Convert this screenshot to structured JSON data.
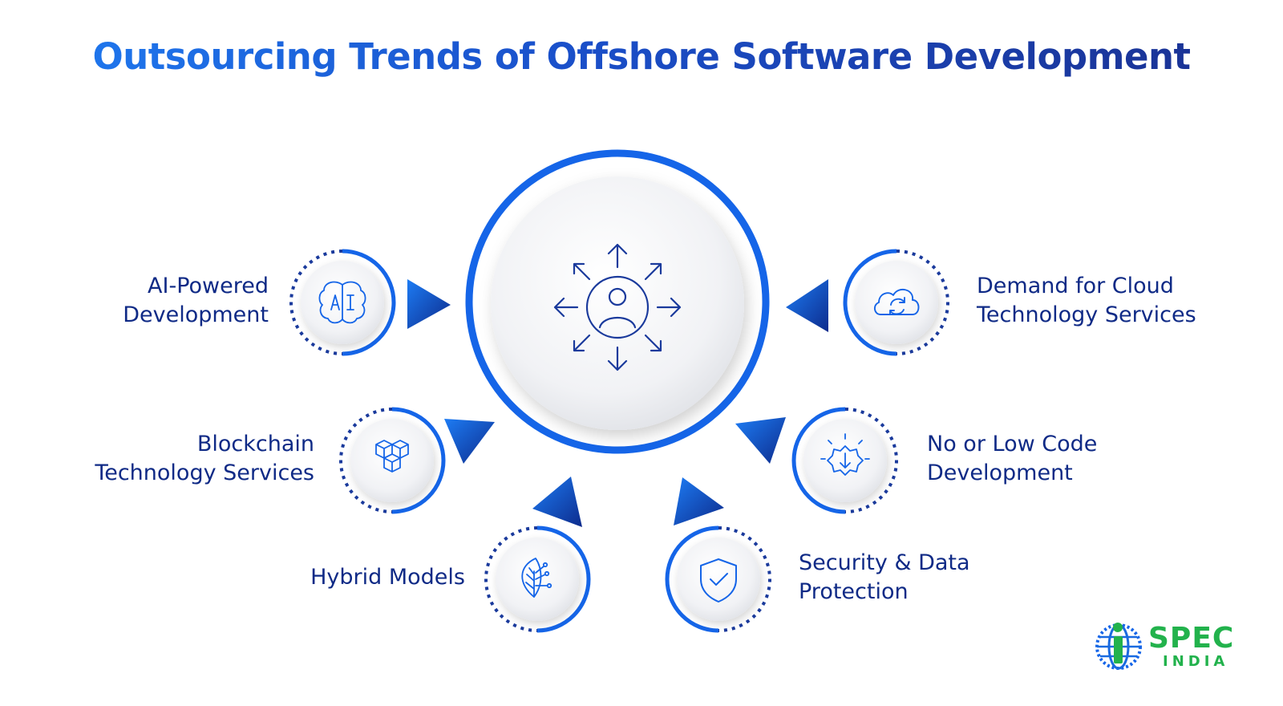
{
  "title": "Outsourcing Trends of Offshore Software Development",
  "center": {
    "icon": "person-with-outward-arrows-icon"
  },
  "items": [
    {
      "lines": [
        "AI-Powered",
        "Development"
      ],
      "icon": "ai-brain-icon"
    },
    {
      "lines": [
        "Blockchain",
        "Technology Services"
      ],
      "icon": "blockchain-cubes-icon"
    },
    {
      "lines": [
        "Hybrid Models"
      ],
      "icon": "leaf-circuit-icon"
    },
    {
      "lines": [
        "Security & Data",
        "Protection"
      ],
      "icon": "shield-check-icon"
    },
    {
      "lines": [
        "No or Low Code",
        "Development"
      ],
      "icon": "download-badge-icon"
    },
    {
      "lines": [
        "Demand for Cloud",
        "Technology Services"
      ],
      "icon": "cloud-sync-icon"
    }
  ],
  "logo": {
    "word": "SPEC",
    "sub": "INDIA"
  },
  "colors": {
    "primary_blue": "#1565e8",
    "navy": "#0f2a86",
    "logo_green": "#22b24c"
  }
}
